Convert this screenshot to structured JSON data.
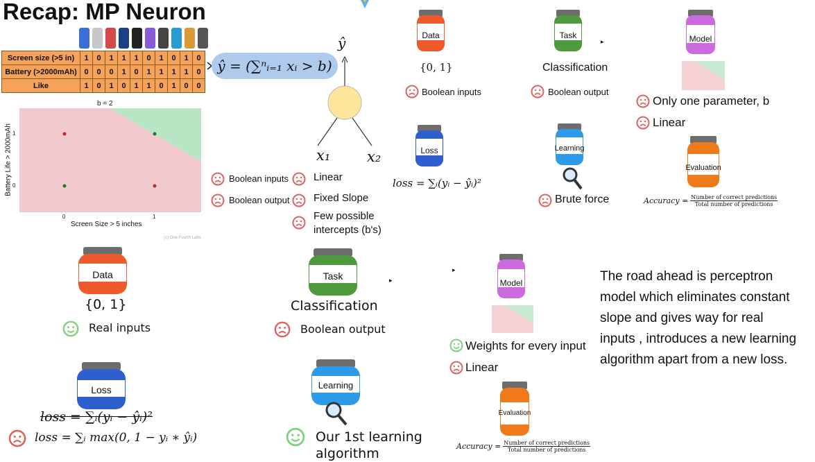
{
  "title": "Recap: MP Neuron",
  "table": {
    "rows": [
      {
        "label": "Screen size (>5 in)",
        "cells": [
          "1",
          "0",
          "1",
          "1",
          "1",
          "0",
          "1",
          "0",
          "1",
          "0"
        ]
      },
      {
        "label": "Battery (>2000mAh)",
        "cells": [
          "0",
          "0",
          "0",
          "1",
          "0",
          "1",
          "1",
          "1",
          "1",
          "0"
        ]
      },
      {
        "label": "Like",
        "cells": [
          "1",
          "0",
          "1",
          "0",
          "1",
          "1",
          "0",
          "1",
          "0",
          "0"
        ]
      }
    ]
  },
  "formula": "ŷ = (∑ⁿᵢ₌₁ xᵢ > b)",
  "neuron": {
    "output": "ŷ",
    "x1": "x₁",
    "x2": "x₂"
  },
  "plot": {
    "title": "b = 2",
    "xlabel": "Screen Size > 5 inches",
    "ylabel": "Battery Life > 2000mAh",
    "xticks": [
      "0",
      "1"
    ],
    "yticks": [
      "0",
      "1"
    ],
    "watermark": "(c) One Fourth Labs",
    "colors": {
      "negative": "#f2c9cf",
      "positive": "#b8e6c4",
      "point_neg": "#c0262d",
      "point_pos": "#1e7a2e"
    }
  },
  "mid_list": {
    "col1": [
      "Boolean inputs",
      "Boolean output"
    ],
    "col2": [
      "Linear",
      "Fixed Slope",
      "Few possible intercepts (b's)"
    ]
  },
  "jars": {
    "data": "Data",
    "task": "Task",
    "model": "Model",
    "loss": "Loss",
    "learning": "Learning",
    "evaluation": "Evaluation"
  },
  "top_right": {
    "data_value": "{0, 1}",
    "data_note": "Boolean inputs",
    "task_value": "Classification",
    "task_note": "Boolean output",
    "model_notes": [
      "Only one parameter, b",
      "Linear"
    ],
    "loss_formula": "loss = ∑ᵢ(yᵢ − ŷᵢ)²",
    "learning_note": "Brute force",
    "accuracy_lhs": "Accuracy =",
    "accuracy_num": "Number of correct predictions",
    "accuracy_den": "Total number of predictions"
  },
  "bottom": {
    "data_value": "{0, 1}",
    "data_note": "Real inputs",
    "task_value": "Classification",
    "task_note": "Boolean output",
    "model_notes": [
      "Weights for every input",
      "Linear"
    ],
    "loss_old": "loss = ∑ᵢ(yᵢ − ŷᵢ)²",
    "loss_new": "loss = ∑ᵢ max(0, 1 − yᵢ ∗ ŷᵢ)",
    "learning_note": "Our 1st learning algorithm",
    "accuracy_lhs": "Accuracy =",
    "accuracy_num": "Number of correct predictions",
    "accuracy_den": "Total number of predictions"
  },
  "note": "The road ahead is perceptron model which eliminates constant slope and gives way for real inputs , introduces a new learning algorithm apart from a new loss.",
  "colors": {
    "table_bg": "#f5a25a",
    "formula_bg": "#aecbee",
    "neuron": "#fde59a",
    "jar_data": "#ee5a2c",
    "jar_task": "#4f9a3c",
    "jar_model": "#cc6ae0",
    "jar_loss": "#2f5ecf",
    "jar_learning": "#2d9be8",
    "jar_evaluation": "#f07a1a",
    "sad": "#e06060",
    "happy": "#7fd07f"
  }
}
